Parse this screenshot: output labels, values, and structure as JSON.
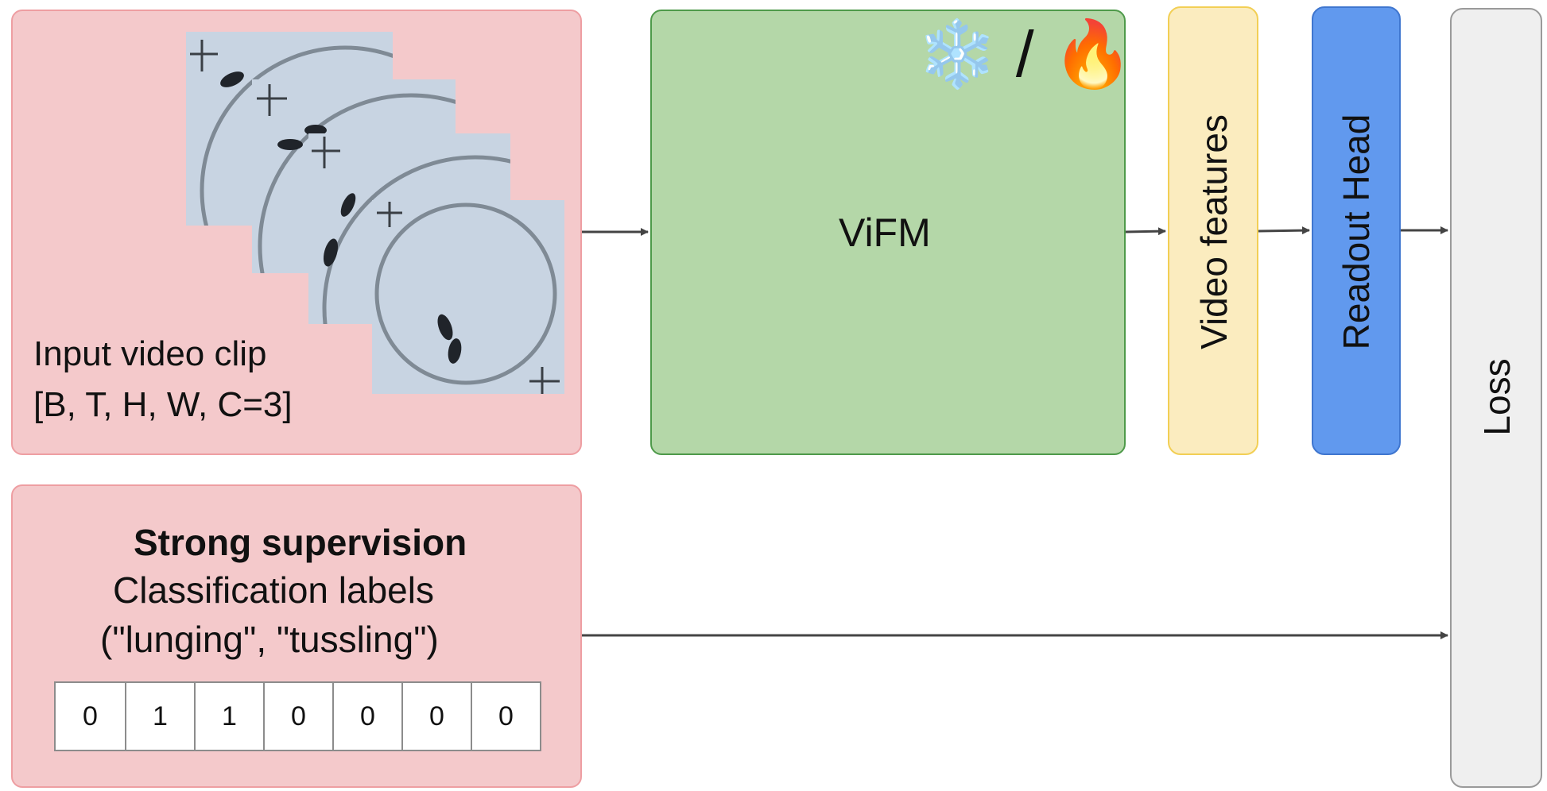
{
  "input": {
    "line1": "Input video clip",
    "line2": "[B, T, H, W, C=3]"
  },
  "model": {
    "name": "ViFM",
    "frozen_icon": "snowflake-icon",
    "trainable_icon": "fire-icon",
    "frozen_glyph": "❄️",
    "separator": "/",
    "trainable_glyph": "🔥"
  },
  "features": {
    "label": "Video features"
  },
  "head": {
    "label": "Readout Head"
  },
  "loss": {
    "label": "Loss"
  },
  "supervision": {
    "title": "Strong supervision",
    "subtitle": "Classification labels",
    "examples": "(\"lunging\", \"tussling\")",
    "vector": [
      "0",
      "1",
      "1",
      "0",
      "0",
      "0",
      "0"
    ]
  },
  "colors": {
    "input_fill": "#f4c9cb",
    "model_fill": "#b4d7a8",
    "features_fill": "#fbecbf",
    "head_fill": "#6199ee",
    "loss_fill": "#efefef"
  }
}
